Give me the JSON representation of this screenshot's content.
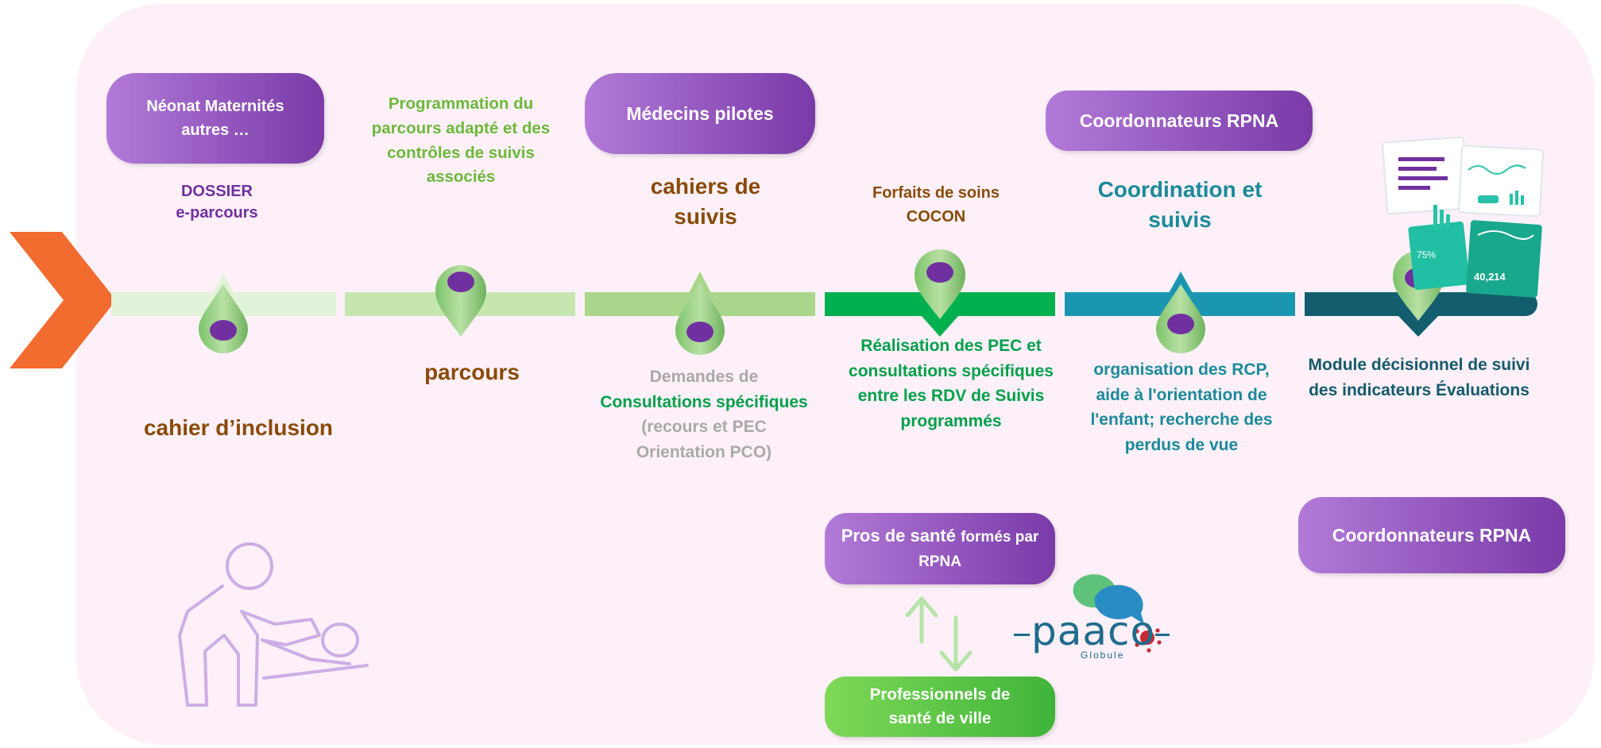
{
  "colors": {
    "background": "#fdf0f8",
    "arrow": "#f26b2f",
    "pill_purple": "#8e4fc0",
    "pill_green": "#5cc43f",
    "segments": [
      "#e2f3d9",
      "#c6e6b0",
      "#a9d68a",
      "#00b04f",
      "#1b96b0",
      "#125e6e"
    ]
  },
  "top_pills": {
    "neonat": "Néonat Maternités autres …",
    "medecins": "Médecins pilotes",
    "coordonnateurs_top": "Coordonnateurs RPNA"
  },
  "labels": {
    "dossier_line1": "DOSSIER",
    "dossier_line2": "e-parcours",
    "programmation": "Programmation du parcours adapté et des contrôles de suivis associés",
    "cahiers_suivis": "cahiers de suivis",
    "forfaits": "Forfaits de soins COCON",
    "coordination": "Coordination et suivis",
    "cahier_inclusion": "cahier d’inclusion",
    "parcours": "parcours",
    "demandes_de": "Demandes de",
    "consultations_specifiques": "Consultations spécifiques",
    "recours": "(recours et PEC Orientation PCO)",
    "realisation": "Réalisation des PEC et consultations spécifiques entre les RDV de Suivis programmés",
    "organisation": "organisation des RCP, aide à l'orientation de l'enfant; recherche des perdus de vue",
    "module": "Module décisionnel de suivi des indicateurs Évaluations"
  },
  "bottom_pills": {
    "pros_bold": "Pros de santé",
    "pros_rest": "formés par RPNA",
    "professionnels": "Professionnels de santé de ville",
    "coordonnateurs_bottom": "Coordonnateurs RPNA"
  },
  "logo": {
    "name": "paaco",
    "sub": "Globule"
  },
  "dashboard": {
    "stat_percent": "75%",
    "stat_value": "40,214"
  },
  "icons": [
    "chevron-arrow-icon",
    "map-pin-icon",
    "exchange-arrows-icon",
    "parent-baby-icon",
    "dashboard-icon",
    "chat-bubbles-icon"
  ]
}
